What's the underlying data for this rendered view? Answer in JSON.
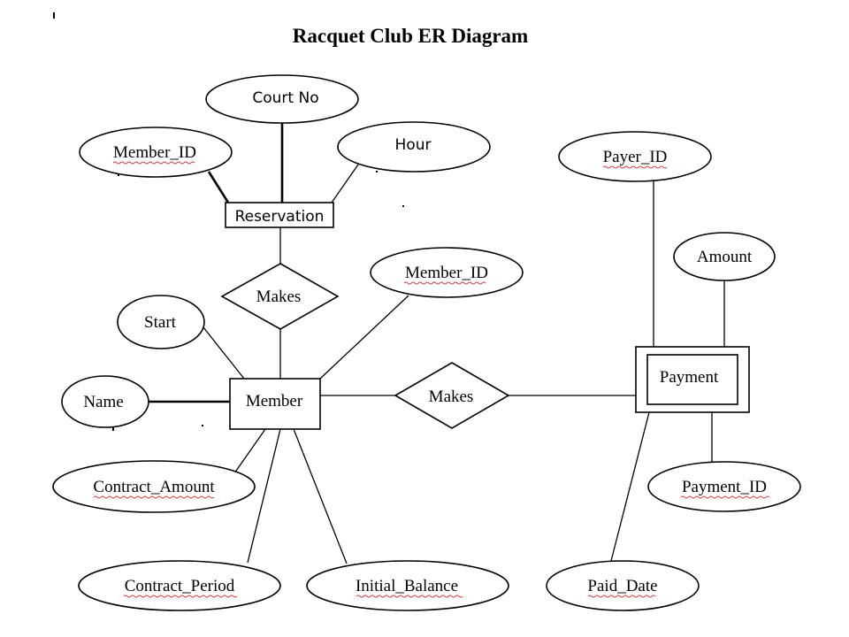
{
  "title": "Racquet Club ER Diagram",
  "entities": {
    "reservation": "Reservation",
    "member": "Member",
    "payment": "Payment"
  },
  "relationships": {
    "makes_reservation": "Makes",
    "makes_payment": "Makes"
  },
  "attributes": {
    "court_no": "Court No",
    "reservation_member_id": "Member_ID",
    "hour": "Hour",
    "member_id": "Member_ID",
    "start": "Start",
    "name": "Name",
    "contract_amount": "Contract_Amount",
    "contract_period": "Contract_Period",
    "initial_balance": "Initial_Balance",
    "payer_id": "Payer_ID",
    "amount": "Amount",
    "payment_id": "Payment_ID",
    "paid_date": "Paid_Date"
  }
}
